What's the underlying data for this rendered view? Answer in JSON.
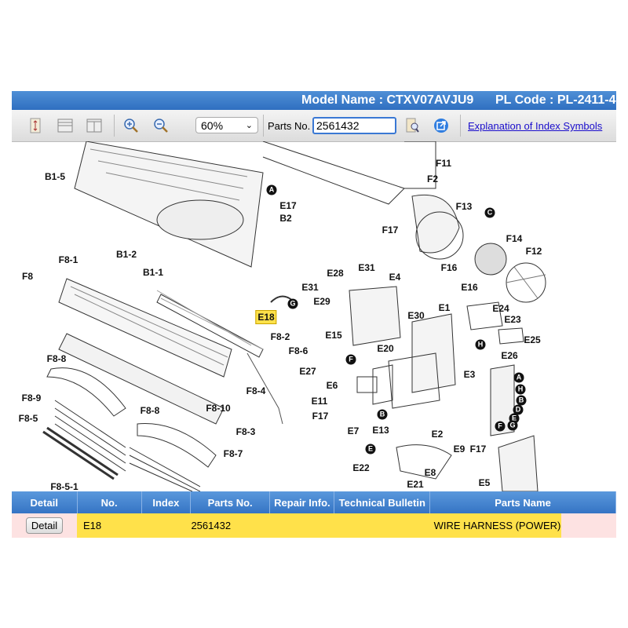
{
  "header": {
    "model_name": "Model Name : CTXV07AVJU9",
    "pl_code": "PL Code : PL-2411-4"
  },
  "toolbar": {
    "zoom_value": "60%",
    "parts_no_label": "Parts No.",
    "parts_no_value": "2561432",
    "explanation_link": "Explanation of Index Symbols"
  },
  "diagram": {
    "labels": [
      "B1-5",
      "E17",
      "B2",
      "F11",
      "F2",
      "F13",
      "F17",
      "F14",
      "F12",
      "B1-2",
      "B1-1",
      "F8-1",
      "F8",
      "E28",
      "E31",
      "E31",
      "E4",
      "E29",
      "E18",
      "E30",
      "E1",
      "E24",
      "E23",
      "E25",
      "F8-2",
      "F8-6",
      "E15",
      "E26",
      "E20",
      "E27",
      "F8-8",
      "E3",
      "E6",
      "F8-4",
      "F8-10",
      "E11",
      "F8-9",
      "F17",
      "F8-8",
      "F8-5",
      "E7",
      "E13",
      "E2",
      "F8-3",
      "F8-7",
      "E9",
      "F17",
      "E22",
      "E8",
      "F8-5-1",
      "E21",
      "E5",
      "F16",
      "E16"
    ],
    "index_symbols": [
      "A",
      "C",
      "G",
      "H",
      "F",
      "A",
      "H",
      "B",
      "D",
      "E",
      "F",
      "G",
      "B",
      "E"
    ]
  },
  "table": {
    "headers": [
      "Detail",
      "No.",
      "Index",
      "Parts No.",
      "Repair Info.",
      "Technical Bulletin",
      "Parts Name"
    ],
    "rows": [
      {
        "detail_button": "Detail",
        "no": "E18",
        "index": "",
        "parts_no": "2561432",
        "repair_info": "",
        "technical_bulletin": "",
        "parts_name": "WIRE HARNESS (POWER)"
      }
    ]
  }
}
